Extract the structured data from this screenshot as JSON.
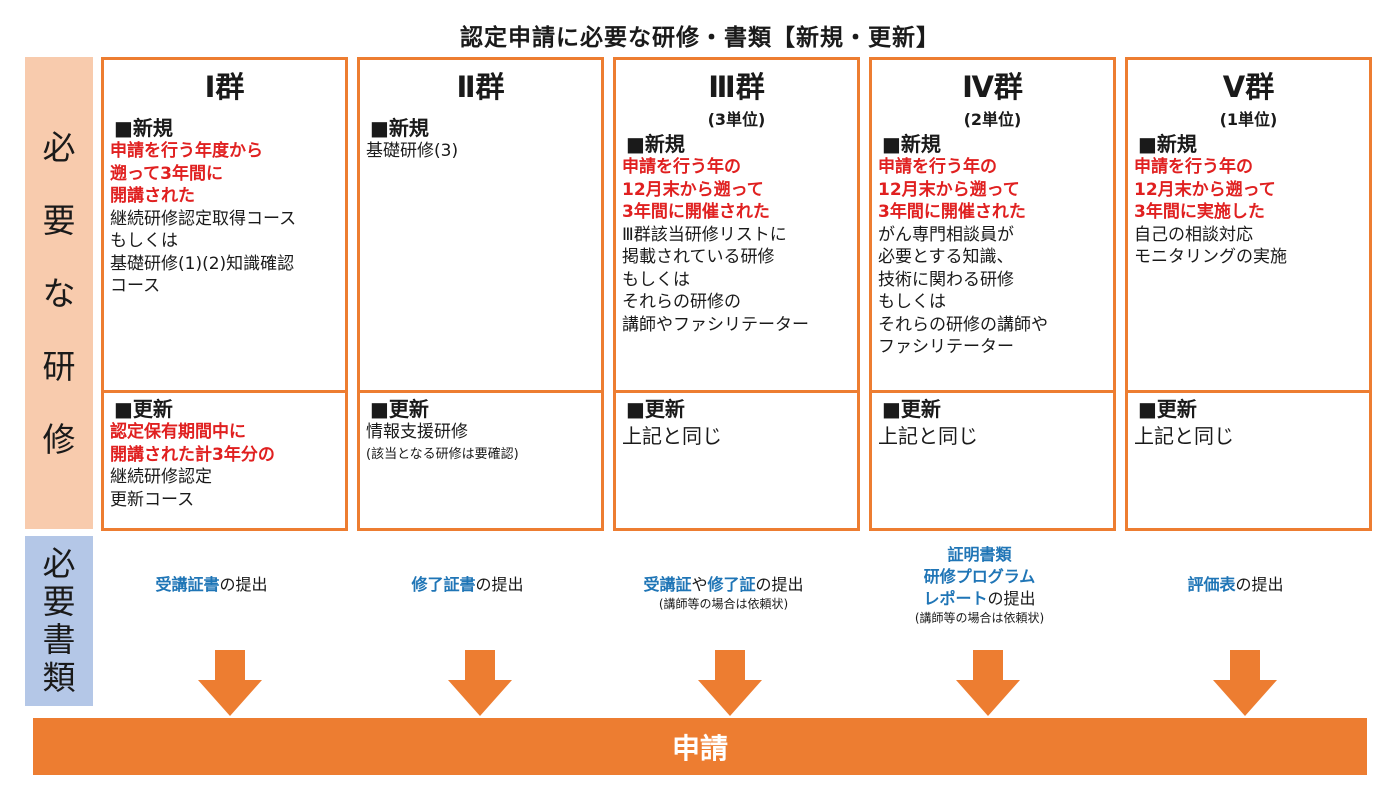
{
  "title": "認定申請に必要な研修・書類【新規・更新】",
  "side_training": [
    "必",
    "要",
    "な",
    "研",
    "修"
  ],
  "side_docs": [
    "必",
    "要",
    "書",
    "類"
  ],
  "colors": {
    "accent": "#ed7d31",
    "side_training": "#f8cbad",
    "side_docs": "#b4c7e7",
    "red": "#e02020",
    "blue": "#1f75b6"
  },
  "groups": [
    {
      "name": "Ⅰ群",
      "units": "",
      "new_label": "■新規",
      "new_red": [
        "申請を行う年度から",
        "遡って3年間に",
        "開講された"
      ],
      "new_text": [
        "継続研修認定取得コース",
        "もしくは",
        "基礎研修(1)(2)知識確認",
        "コース"
      ],
      "renew_label": "■更新",
      "renew_red": [
        "認定保有期間中に",
        "開講された計3年分の"
      ],
      "renew_text": [
        "継続研修認定",
        "更新コース"
      ],
      "renew_note": ""
    },
    {
      "name": "Ⅱ群",
      "units": "",
      "new_label": "■新規",
      "new_red": [],
      "new_text": [
        "基礎研修(3)"
      ],
      "renew_label": "■更新",
      "renew_red": [],
      "renew_text": [
        "情報支援研修"
      ],
      "renew_note": "(該当となる研修は要確認)"
    },
    {
      "name": "Ⅲ群",
      "units": "(3単位)",
      "new_label": "■新規",
      "new_red": [
        "申請を行う年の",
        "12月末から遡って",
        "3年間に開催された"
      ],
      "new_text": [
        "Ⅲ群該当研修リストに",
        "掲載されている研修",
        "もしくは",
        "それらの研修の",
        "講師やファシリテーター"
      ],
      "renew_label": "■更新",
      "renew_red": [],
      "renew_text": [
        "上記と同じ"
      ],
      "renew_note": ""
    },
    {
      "name": "Ⅳ群",
      "units": "(2単位)",
      "new_label": "■新規",
      "new_red": [
        "申請を行う年の",
        "12月末から遡って",
        "3年間に開催された"
      ],
      "new_text": [
        "がん専門相談員が",
        "必要とする知識、",
        "技術に関わる研修",
        "もしくは",
        "それらの研修の講師や",
        "ファシリテーター"
      ],
      "renew_label": "■更新",
      "renew_red": [],
      "renew_text": [
        "上記と同じ"
      ],
      "renew_note": ""
    },
    {
      "name": "Ⅴ群",
      "units": "(1単位)",
      "new_label": "■新規",
      "new_red": [
        "申請を行う年の",
        "12月末から遡って",
        "3年間に実施した"
      ],
      "new_text": [
        "自己の相談対応",
        "モニタリングの実施"
      ],
      "renew_label": "■更新",
      "renew_red": [],
      "renew_text": [
        "上記と同じ"
      ],
      "renew_note": ""
    }
  ],
  "docs": [
    {
      "parts": [
        {
          "t": "受講証書",
          "b": true
        },
        {
          "t": "の提出",
          "b": false
        }
      ],
      "note": ""
    },
    {
      "parts": [
        {
          "t": "修了証書",
          "b": true
        },
        {
          "t": "の提出",
          "b": false
        }
      ],
      "note": ""
    },
    {
      "parts": [
        {
          "t": "受講証",
          "b": true
        },
        {
          "t": "や",
          "b": false
        },
        {
          "t": "修了証",
          "b": true
        },
        {
          "t": "の提出",
          "b": false
        }
      ],
      "note": "(講師等の場合は依頼状)"
    },
    {
      "lines": [
        [
          {
            "t": "証明書類",
            "b": true
          }
        ],
        [
          {
            "t": "研修プログラム",
            "b": true
          }
        ],
        [
          {
            "t": "レポート",
            "b": true
          },
          {
            "t": "の提出",
            "b": false
          }
        ]
      ],
      "note": "(講師等の場合は依頼状)"
    },
    {
      "parts": [
        {
          "t": "評価表",
          "b": true
        },
        {
          "t": "の提出",
          "b": false
        }
      ],
      "note": ""
    }
  ],
  "apply_label": "申請"
}
